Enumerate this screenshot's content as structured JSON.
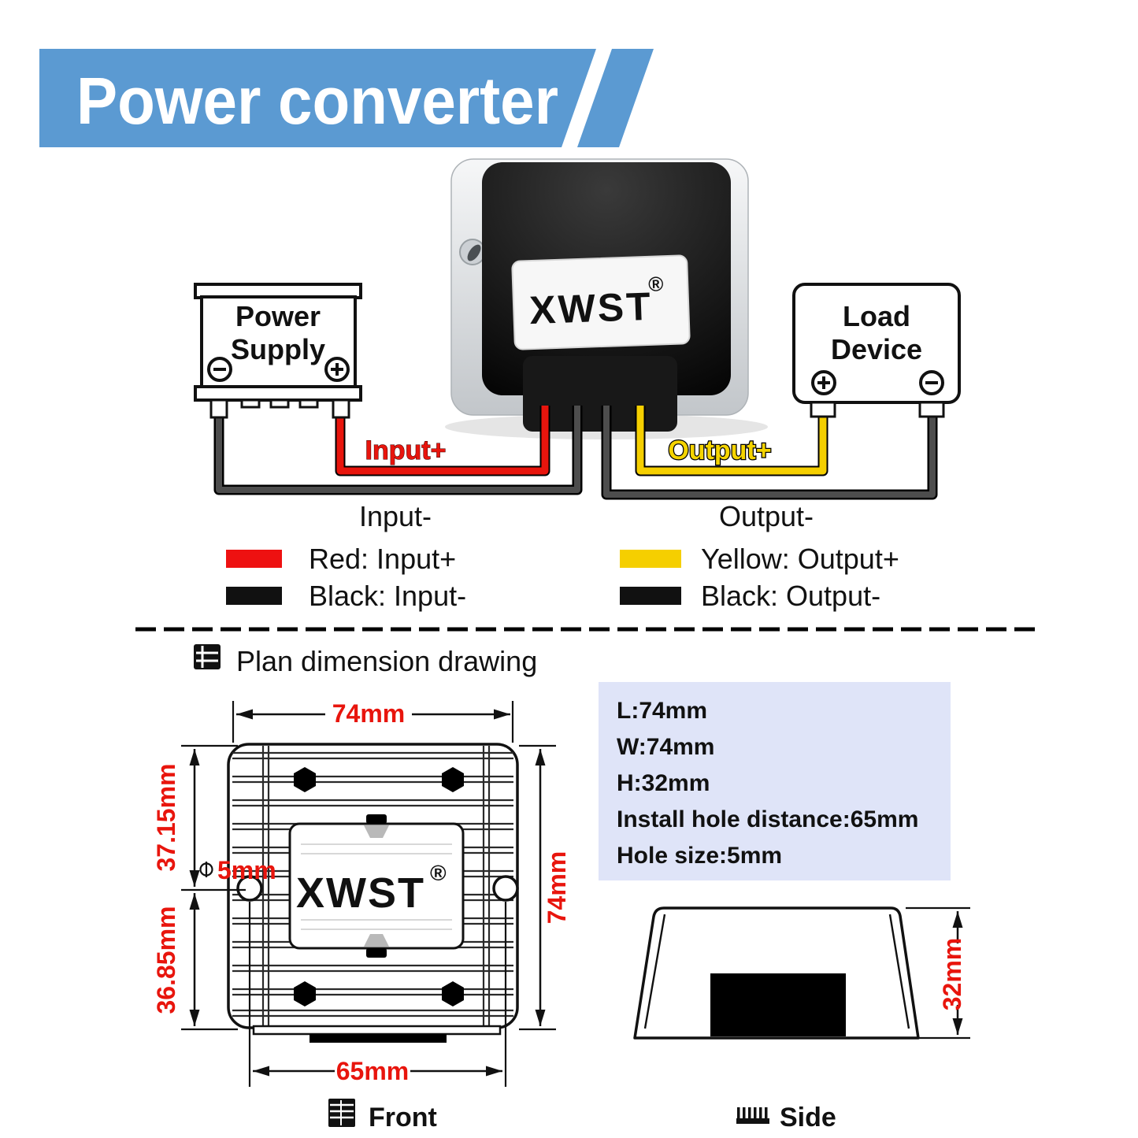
{
  "header": {
    "title": "Power converter",
    "banner_color": "#5b9ad2"
  },
  "diagram": {
    "converter_brand": "XWST",
    "registered_mark": "®",
    "power_supply": {
      "line1": "Power",
      "line2": "Supply"
    },
    "load_device": {
      "line1": "Load",
      "line2": "Device"
    },
    "wire_labels": {
      "input_plus": "Input+",
      "input_minus": "Input-",
      "output_plus": "Output+",
      "output_minus": "Output-"
    },
    "wire_colors": {
      "input_plus": "#e8150d",
      "output_plus": "#f5cf00",
      "negative": "#4d4d4d"
    }
  },
  "legend": {
    "items": [
      {
        "label": "Red: Input+",
        "color": "#ee1111"
      },
      {
        "label": "Black: Input-",
        "color": "#111111"
      },
      {
        "label": "Yellow: Output+",
        "color": "#f5cf00"
      },
      {
        "label": "Black: Output-",
        "color": "#111111"
      }
    ]
  },
  "dimensions_section": {
    "heading": "Plan dimension drawing",
    "specs": {
      "bg": "#dfe4f8",
      "lines": [
        "L:74mm",
        "W:74mm",
        "H:32mm",
        "Install hole distance:65mm",
        "Hole size:5mm"
      ]
    },
    "front_view": {
      "width_top": "74mm",
      "height_right": "74mm",
      "hole_top_offset": "37.15mm",
      "hole_bottom_offset": "36.85mm",
      "hole_size": "5mm",
      "hole_distance": "65mm",
      "caption": "Front"
    },
    "side_view": {
      "height": "32mm",
      "caption": "Side"
    }
  }
}
